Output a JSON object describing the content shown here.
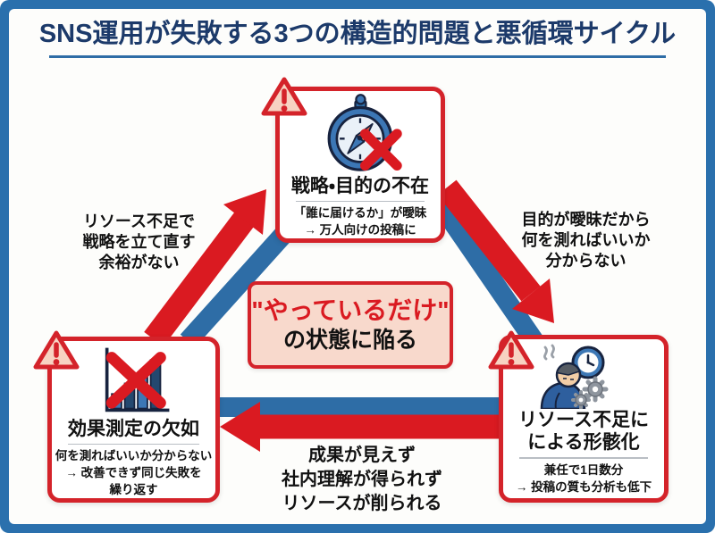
{
  "title": "SNS運用が失敗する3つの構造的問題と悪循環サイクル",
  "nodes": {
    "strategy": {
      "icon": "compass-broken-icon",
      "title": "戦略・目的の不在",
      "sub": [
        "「誰に届けるか」が曖昧",
        "→ 万人向けの投稿に"
      ]
    },
    "measurement": {
      "icon": "bar-chart-crossed-icon",
      "title": "効果測定の欠如",
      "sub": [
        "何を測ればいいか分からない",
        "→ 改善できず同じ失敗を",
        "繰り返す"
      ]
    },
    "resource": {
      "icon": "tired-person-clock-gears-icon",
      "title_lines": [
        "リソース不足に",
        "による形骸化"
      ],
      "sub": [
        "兼任で1日数分",
        "→ 投稿の質も分析も低下"
      ]
    }
  },
  "center": {
    "line1": "\"やっているだけ\"",
    "line2": "の状態に陥る"
  },
  "edges": {
    "left": [
      "リソース不足で",
      "戦略を立て直す",
      "余裕がない"
    ],
    "right": [
      "目的が曖昧だから",
      "何を測ればいいか",
      "分からない"
    ],
    "bottom": [
      "成果が見えず",
      "社内理解が得られず",
      "リソースが削られる"
    ]
  },
  "colors": {
    "frame_blue": "#2a70ad",
    "cycle_blue": "#2e6da6",
    "arrow_red": "#da1a21",
    "box_border_red": "#d4232a",
    "title_navy": "#1c3a6a",
    "center_bg": "#f8d9cc"
  }
}
